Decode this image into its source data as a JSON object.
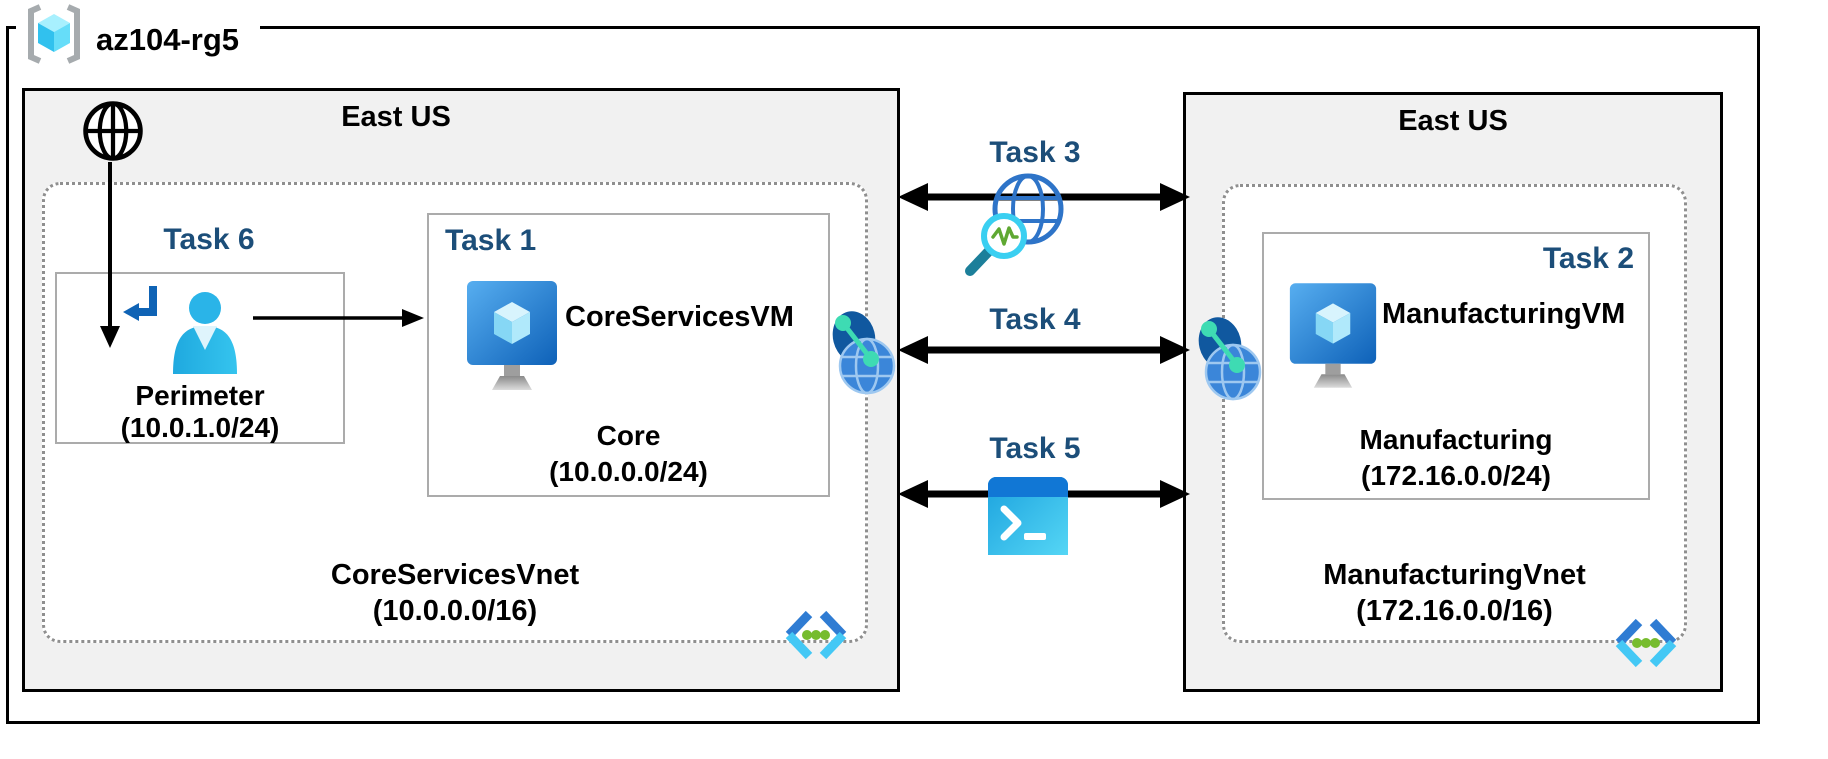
{
  "rg": {
    "label": "az104-rg5"
  },
  "regions": {
    "left": {
      "title": "East US",
      "vnet_name": "CoreServicesVnet",
      "vnet_cidr": "(10.0.0.0/16)",
      "subnets": {
        "perimeter": {
          "task": "Task 6",
          "name": "Perimeter",
          "cidr": "(10.0.1.0/24)"
        },
        "core": {
          "task": "Task 1",
          "vm_name": "CoreServicesVM",
          "name": "Core",
          "cidr": "(10.0.0.0/24)"
        }
      }
    },
    "right": {
      "title": "East US",
      "vnet_name": "ManufacturingVnet",
      "vnet_cidr": "(172.16.0.0/16)",
      "subnets": {
        "manufacturing": {
          "task": "Task 2",
          "vm_name": "ManufacturingVM",
          "name": "Manufacturing",
          "cidr": "(172.16.0.0/24)"
        }
      }
    }
  },
  "connections": {
    "task3": {
      "label": "Task 3",
      "icon": "network-watcher-icon",
      "style": "double-arrow"
    },
    "task4": {
      "label": "Task 4",
      "icon": "vnet-peering-icon",
      "style": "double-arrow"
    },
    "task5": {
      "label": "Task 5",
      "icon": "cloud-shell-icon",
      "style": "double-arrow"
    }
  },
  "icons": {
    "resource_group": "resource-group-icon",
    "internet": "globe-icon",
    "guest_user": "guest-user-icon",
    "virtual_machine": "virtual-machine-icon",
    "virtual_network": "virtual-network-icon",
    "network_watcher": "network-watcher-icon",
    "peering": "vnet-peering-icon",
    "cloud_shell": "cloud-shell-icon"
  },
  "colors": {
    "task_label": "#1C4E79",
    "region_bg": "#F1F1F1",
    "box_border": "#000000",
    "subnet_border": "#ABABAB",
    "vnet_dotted_border": "#8F8F8F",
    "vm_blue": "#1266BE",
    "cyan_accent": "#35C4EE",
    "green_dots": "#76BC2D"
  }
}
